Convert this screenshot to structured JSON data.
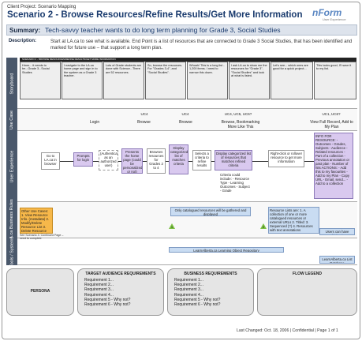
{
  "header": {
    "client": "Client Project: Scenario Mapping",
    "title": "Scenario 2 - Browse Resources/Refine Results/Get More Information",
    "logo": "nForm",
    "logo_sub": "User Experience"
  },
  "summary": {
    "label": "Summary:",
    "text": "Tech-savvy teacher wants to do long term planning for Grade 3, Social Studies"
  },
  "description": {
    "label": "Description:",
    "text": "Start at LA.ca to see what is available. End Point is a list of resources that are connected to Grade 3 Social Studies, that has been identified and marked for future use – that support a long term plan."
  },
  "lanes": {
    "storyboard": "Storyboard",
    "usecase": "Use Case",
    "ux": "User Experience",
    "business": "LA.ca Business Rules",
    "tools": "Tools / Systems"
  },
  "storyboard": {
    "bar": "SCENARIO 2 - BROWSE RESOURCES/REFINE RESULTS/GET MORE INFORMATION",
    "panels": [
      "Hmm... it needs to be...Grade 3...Social Studies",
      "I navigate to the LA.ca home page and sign in to the system as a Grade 3 teacher.",
      "Lots of Grade students are done with Science...There are 52 resources.",
      "So, browse the resources. For \"Grades 3-4\", and \"Social Studies\".",
      "Whoah! This is a long list - 1,200 items. I need to narrow this down.",
      "I ask LA.ca to show me the resources for \"Grade 3\", \"Social Studies\" and look at what is listed.",
      "Let's see... which ones are good for a quick project...",
      "This looks good, I'll save it to my list."
    ]
  },
  "usecases": {
    "uc4a": "UC4",
    "uc4b": "UC4",
    "uc4c": "UC4, UC5, UC6?",
    "uc1": "UC1, UC6?"
  },
  "tasks": {
    "login": "Login",
    "browse1": "Browse",
    "browse2": "Browse",
    "bookmark": "Browse, Bookmarking More Like This",
    "view": "View Full Record, Add to My Plan"
  },
  "ux": {
    "start": "Go to LA.ca in browser",
    "prompt": "Prompts for login",
    "auth": "(Authenticate as an authorized user)",
    "home": "Presents the home page (could be personalized or not)",
    "browse": "Browses resources for Grades 2 to 4",
    "display": "Display categorized list of matches criteria",
    "select": "Selects a criteria to refine results",
    "display2": "Display categorized list of resources that matches refined criteria",
    "criteria": "Criteria could include: - Resource Type - Learning Outcomes - Subject - Grade",
    "rightclick": "Right-click or rollover resource to get more information",
    "info": "INFO FOR RESOURCE: - Outcomes - Grades, Subjects - Audience - Related resources - Part of a collection - Previous annotation or past plan - Number of hits ACTIONS: - Add this to my favourites - Add to my Plan - Copy URL - Email, send... - Add to a collection"
  },
  "business": {
    "other": "Other Use Cases: 1. View Resource Info. (metadata) 2. Modify/Delete Resource List 3. Delete Resource from Resource List",
    "other_note": "See Scenario 4: Continued Page – need to complete",
    "rule1": "Only catalogued resources will be gathered and displayed",
    "rule2": "Resource Lists are: 1. A collection of one or more catalogued resources or external URLs 2. Titled: 3. Sequenced (?) 4. Resources with text annotations",
    "rule3": "Users can have multiple Lists",
    "num1": "1",
    "num2": "2"
  },
  "tools": {
    "repo": "LearnAlberta.ca Learning Object Repository",
    "list": "LearnAlberta.ca List Database"
  },
  "bottom": {
    "persona": "PERSONA",
    "target_title": "TARGET AUDIENCE REQUIREMENTS",
    "target": [
      "Requirement 1...",
      "Requirement 2...",
      "Requirement 3...",
      "Requirement 4...",
      "Requirement 5 - Why not?",
      "Requirement 6 - Why not?"
    ],
    "business_title": "BUSINESS REQUIREMENTS",
    "business": [
      "Requirement 1...",
      "Requirement 2...",
      "Requirement 3...",
      "Requirement 4...",
      "Requirement 5 - Why not?",
      "Requirement 6 - Why not?"
    ],
    "flow_title": "FLOW LEGEND"
  },
  "footer": "Last Changed: Oct. 18, 2006  |  Confidential  |  Page 1 of 1"
}
